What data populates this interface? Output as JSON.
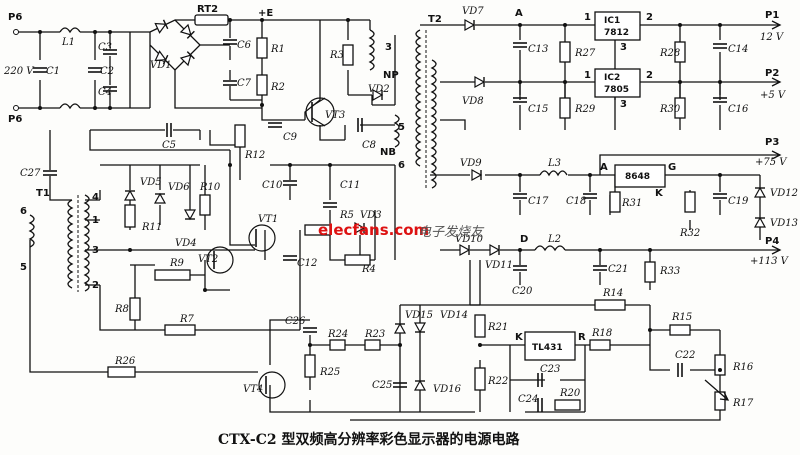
{
  "title": "CTX-C2 型双频高分辨率彩色显示器的电源电路",
  "watermark": {
    "site": "elecfans.com",
    "cn": "电子发烧友"
  },
  "inputs": {
    "p6a": "P6",
    "p6b": "P6",
    "mains": "220 V"
  },
  "outputs": {
    "p1": {
      "name": "P1",
      "voltage": "12 V"
    },
    "p2": {
      "name": "P2",
      "voltage": "+5 V"
    },
    "p3": {
      "name": "P3",
      "voltage": "+75 V"
    },
    "p4": {
      "name": "P4",
      "voltage": "+113 V"
    }
  },
  "nodes": {
    "e": "+E",
    "a1": "A",
    "a2": "A",
    "d": "D",
    "k": "K",
    "r": "R",
    "g": "G",
    "k2": "K"
  },
  "ics": {
    "ic1": {
      "name": "IC1",
      "part": "7812",
      "pins": [
        "1",
        "2",
        "3"
      ]
    },
    "ic2": {
      "name": "IC2",
      "part": "7805",
      "pins": [
        "1",
        "2",
        "3"
      ]
    },
    "reg": {
      "part": "8648"
    },
    "tl": {
      "part": "TL431"
    }
  },
  "transformers": {
    "t1": "T1",
    "t2": "T2",
    "np": "NP",
    "nb": "NB",
    "t1pins": [
      "6",
      "4",
      "1",
      "3",
      "5",
      "2"
    ],
    "t2pins": [
      "3",
      "5",
      "6"
    ]
  },
  "components": {
    "L1": "L1",
    "C1": "C1",
    "C2": "C2",
    "C3": "C3",
    "C4": "C4",
    "RT2": "RT2",
    "VD1": "VD1",
    "C6": "C6",
    "C7": "C7",
    "R1": "R1",
    "R2": "R2",
    "R3": "R3",
    "VT3": "VT3",
    "VD2": "VD2",
    "C8": "C8",
    "C9": "C9",
    "C5": "C5",
    "R12": "R12",
    "C27": "C27",
    "VD5": "VD5",
    "VD6": "VD6",
    "R10": "R10",
    "R11": "R11",
    "VD4": "VD4",
    "VD3": "VD3",
    "R5": "R5",
    "C10": "C10",
    "C11": "C11",
    "VT1": "VT1",
    "VT2": "VT2",
    "C12": "C12",
    "R4": "R4",
    "R9": "R9",
    "R8": "R8",
    "R7": "R7",
    "R26": "R26",
    "VT4": "VT4",
    "C26": "C26",
    "R24": "R24",
    "R23": "R23",
    "R25": "R25",
    "C25": "C25",
    "VD15": "VD15",
    "VD14": "VD14",
    "VD16": "VD16",
    "R21": "R21",
    "R22": "R22",
    "C23": "C23",
    "C24": "C24",
    "R20": "R20",
    "R18": "R18",
    "R14": "R14",
    "R15": "R15",
    "C22": "C22",
    "R16": "R16",
    "R17": "R17",
    "VD7": "VD7",
    "VD8": "VD8",
    "VD9": "VD9",
    "VD10": "VD10",
    "VD11": "VD11",
    "C13": "C13",
    "C14": "C14",
    "C15": "C15",
    "C16": "C16",
    "R27": "R27",
    "R28": "R28",
    "R29": "R29",
    "R30": "R30",
    "L3": "L3",
    "C17": "C17",
    "C18": "C18",
    "R31": "R31",
    "R32": "R32",
    "C19": "C19",
    "VD12": "VD12",
    "VD13": "VD13",
    "L2": "L2",
    "C20": "C20",
    "C21": "C21",
    "R33": "R33"
  }
}
